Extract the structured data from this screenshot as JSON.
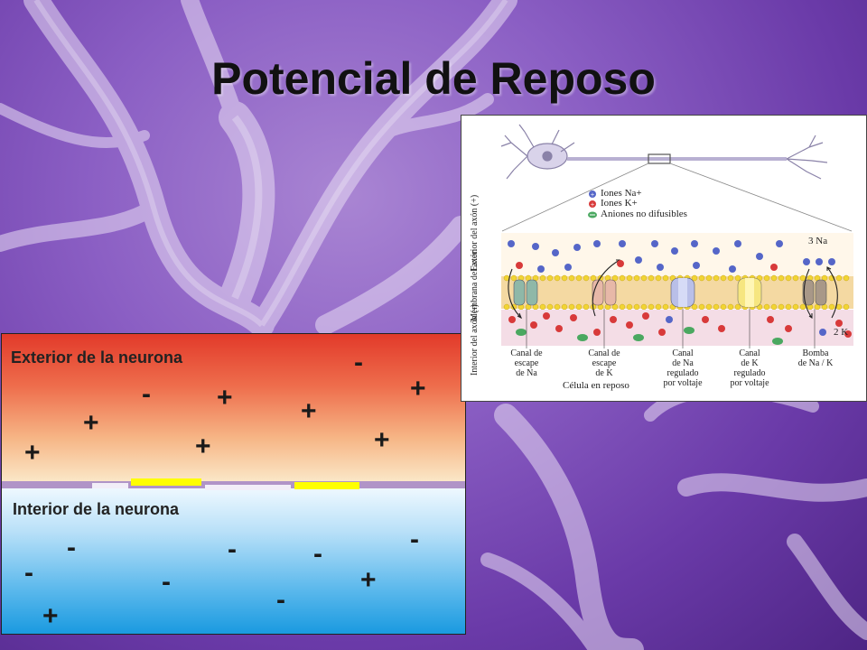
{
  "title": "Potencial de Reposo",
  "left_diagram": {
    "exterior_label": "Exterior de la neurona",
    "interior_label": "Interior de la neurona",
    "exterior_signs": [
      "-",
      "-",
      "+",
      "+",
      "+",
      "+",
      "+",
      "+",
      "+"
    ],
    "interior_signs": [
      "-",
      "-",
      "-",
      "-",
      "-",
      "-",
      "-",
      "+",
      "+"
    ]
  },
  "right_diagram": {
    "legend": [
      "Iones Na+",
      "Iones K+",
      "Aniones no difusibles"
    ],
    "axis_labels": {
      "exterior": "Exterior del axón (+)",
      "membrana": "Membrana del axón",
      "interior": "Interior del axón (-)"
    },
    "pump_top": "3 Na",
    "pump_bottom": "2 K",
    "channels": [
      "Canal de\nescape\nde Na",
      "Canal de\nescape\nde K",
      "Canal\nde Na\nregulado\npor voltaje",
      "Canal\nde K\nregulado\npor voltaje",
      "Bomba\nde Na / K"
    ],
    "caption": "Célula en reposo",
    "colors": {
      "na": "#5566c8",
      "k": "#d83a3a",
      "anion": "#4aa860"
    }
  }
}
